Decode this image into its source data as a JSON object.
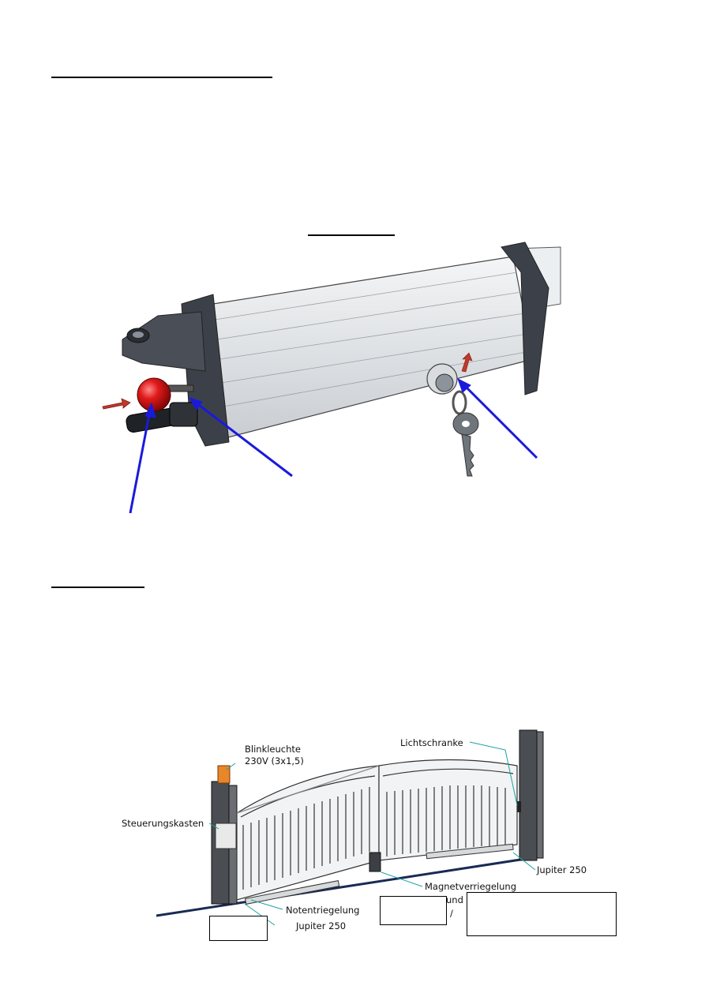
{
  "diagram": {
    "labels": {
      "blinkleuchte": "Blinkleuchte",
      "blinkleuchte_spec": "230V (3x1,5)",
      "steuerungskasten": "Steuerungskasten",
      "lichtschranke": "Lichtschranke",
      "magnetverriegelung": "Magnetverriegelung",
      "notentriegelung": "Notentriegelung",
      "jupiter_left": "Jupiter 250",
      "jupiter_right": "Jupiter 250",
      "und": "und",
      "slash": "/"
    }
  },
  "colors": {
    "arrow_blue": "#1a1adb",
    "arrow_red": "#c0392b",
    "knob_red": "#d21a1a",
    "motor_body": "#e6e8ea",
    "end_cap": "#3c4149"
  }
}
